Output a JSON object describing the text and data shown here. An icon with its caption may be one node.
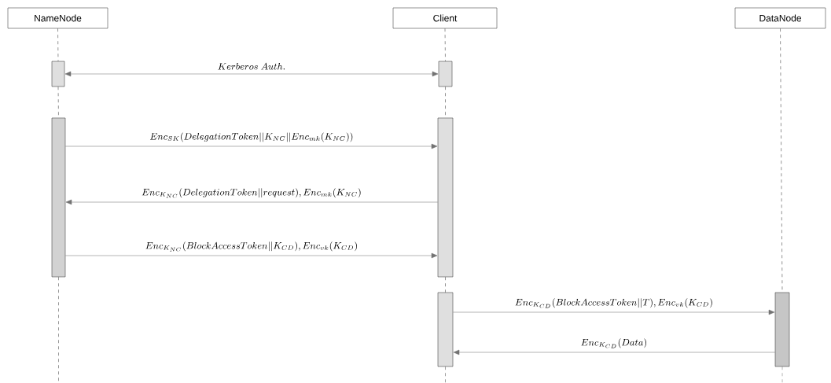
{
  "diagram": {
    "nodes": [
      {
        "text": [
          "NameNode"
        ]
      },
      {
        "text": [
          "Client"
        ]
      },
      {
        "text": [
          "DataNode"
        ]
      },
      {
        "text": [],
        "shape": "bar"
      },
      {
        "text": [],
        "shape": "bar"
      },
      {
        "text": [],
        "shape": "bar"
      },
      {
        "text": [],
        "shape": "bar"
      },
      {
        "text": [],
        "shape": "bar"
      },
      {
        "text": [],
        "shape": "bar"
      }
    ],
    "edges": [
      {
        "from": 3,
        "to": 4,
        "arrow": "both",
        "label": "Kerberos\\ Auth."
      },
      {
        "from": 5,
        "to": 6,
        "arrow": "to",
        "label": "Enc_{SK}(DelegationToken||K_{NC}||Enc_{mk}(K_{NC}))"
      },
      {
        "from": 6,
        "to": 5,
        "arrow": "to",
        "label": "Enc_{K_{NC}}(DelegationToken||request),Enc_{mk}(K_{NC})"
      },
      {
        "from": 5,
        "to": 6,
        "arrow": "to",
        "label": "Enc_{K_{NC}}(BlockAccessToken||K_{CD}),Enc_{vk}(K_{CD})"
      },
      {
        "from": 7,
        "to": 8,
        "arrow": "to",
        "label": "Enc_{K_{CD}}(BlockAccessToken||T),Enc_{vk}(K_{CD})"
      },
      {
        "from": 8,
        "to": 7,
        "arrow": "to",
        "label": "Enc_{K_{CD}}(Data)"
      },
      {
        "from": 0,
        "to": 3,
        "arrow": "none",
        "style": "dashed"
      },
      {
        "from": 3,
        "to": 5,
        "arrow": "none",
        "style": "dashed"
      },
      {
        "from": 5,
        "to": null,
        "arrow": "none",
        "style": "dashed"
      },
      {
        "from": 1,
        "to": 4,
        "arrow": "none",
        "style": "dashed"
      },
      {
        "from": 4,
        "to": 6,
        "arrow": "none",
        "style": "dashed"
      },
      {
        "from": 6,
        "to": 7,
        "arrow": "none",
        "style": "dashed"
      },
      {
        "from": 7,
        "to": null,
        "arrow": "none",
        "style": "dashed"
      },
      {
        "from": 2,
        "to": 8,
        "arrow": "none",
        "style": "dashed"
      },
      {
        "from": 8,
        "to": null,
        "arrow": "none",
        "style": "dashed"
      }
    ]
  }
}
